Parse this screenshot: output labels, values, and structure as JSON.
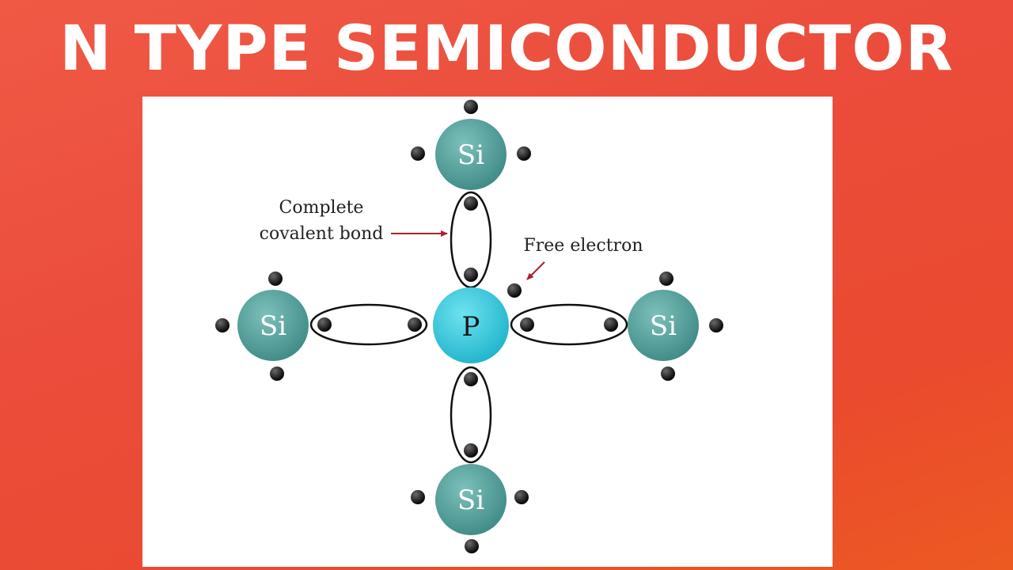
{
  "title": "N TYPE SEMICONDUCTOR",
  "diagram": {
    "center_atom": "P",
    "neighbor_atoms": [
      "Si",
      "Si",
      "Si",
      "Si"
    ],
    "annotations": {
      "bond_line1": "Complete",
      "bond_line2": "covalent bond",
      "free_electron": "Free electron"
    },
    "colors": {
      "silicon": "#4b9a95",
      "phosphorus": "#27c2d8",
      "electron": "#111111",
      "arrow": "#a8232e"
    }
  }
}
